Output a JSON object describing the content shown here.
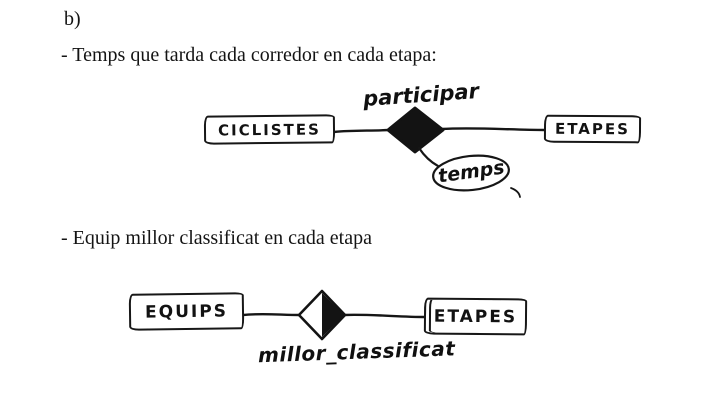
{
  "page": {
    "section_label": "b)",
    "caption_first": "- Temps que tarda cada corredor en cada etapa:",
    "caption_second": "- Equip millor classificat en cada etapa"
  },
  "diagram_participar": {
    "entity_left": "CICLISTES",
    "relationship_label": "participar",
    "attribute_label": "temps",
    "entity_right": "ETAPES"
  },
  "diagram_millor_classificat": {
    "entity_left": "EQUIPS",
    "relationship_label": "millor_classificat",
    "entity_right": "ETAPES"
  },
  "colors": {
    "ink": "#161616",
    "background": "#ffffff"
  }
}
